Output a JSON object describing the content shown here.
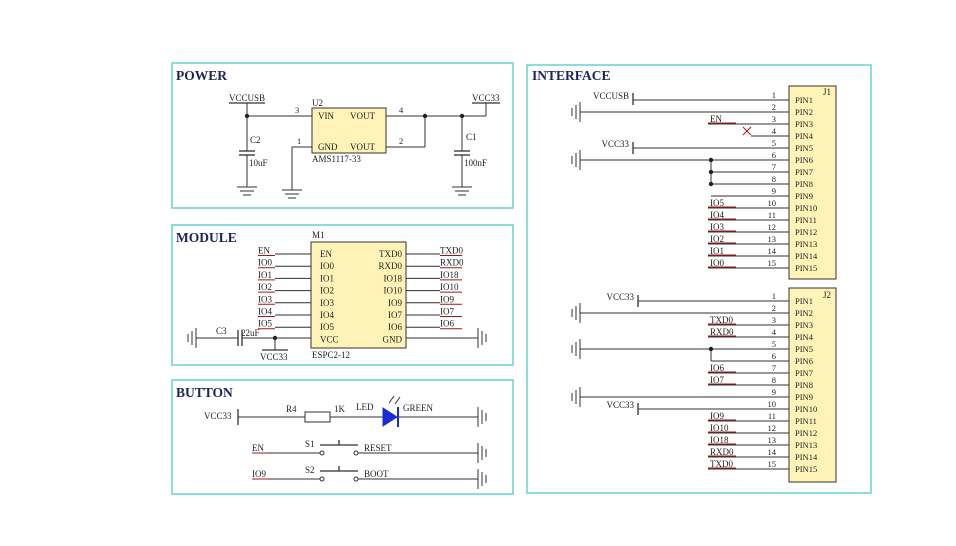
{
  "power": {
    "title": "POWER",
    "vccusb": "VCCUSB",
    "vcc33": "VCC33",
    "u2": "U2",
    "vin": "VIN",
    "vout": "VOUT",
    "gnd": "GND",
    "vout2": "VOUT",
    "part": "AMS1117-33",
    "p3": "3",
    "p4": "4",
    "p1": "1",
    "p2": "2",
    "c2": "C2",
    "c2v": "10uF",
    "c1": "C1",
    "c1v": "100nF"
  },
  "module": {
    "title": "MODULE",
    "m1": "M1",
    "part": "ESPC2-12",
    "left_nets": [
      "EN",
      "IO0",
      "IO1",
      "IO2",
      "IO3",
      "IO4",
      "IO5"
    ],
    "left_pins": [
      "EN",
      "IO0",
      "IO1",
      "IO2",
      "IO3",
      "IO4",
      "IO5",
      "VCC"
    ],
    "right_pins": [
      "TXD0",
      "RXD0",
      "IO18",
      "IO10",
      "IO9",
      "IO7",
      "IO6",
      "GND"
    ],
    "right_nets": [
      "TXD0",
      "RXD0",
      "IO18",
      "IO10",
      "IO9",
      "IO7",
      "IO6"
    ],
    "c3": "C3",
    "c3v": "22uF",
    "vcc33": "VCC33"
  },
  "button": {
    "title": "BUTTON",
    "vcc33": "VCC33",
    "r4": "R4",
    "r4v": "1K",
    "led": "LED",
    "green": "GREEN",
    "en": "EN",
    "s1": "S1",
    "reset": "RESET",
    "io9": "IO9",
    "s2": "S2",
    "boot": "BOOT"
  },
  "interface": {
    "title": "INTERFACE",
    "j1": "J1",
    "j2": "J2",
    "j1_nets": [
      "VCCUSB",
      "",
      "EN",
      "",
      "VCC33",
      "",
      "",
      "",
      "",
      "IO5",
      "IO4",
      "IO3",
      "IO2",
      "IO1",
      "IO0"
    ],
    "j2_nets": [
      "VCC33",
      "",
      "TXD0",
      "RXD0",
      "",
      "",
      "IO6",
      "IO7",
      "",
      "VCC33",
      "IO9",
      "IO10",
      "IO18",
      "RXD0",
      "TXD0"
    ],
    "pin_numbers": [
      "1",
      "2",
      "3",
      "4",
      "5",
      "6",
      "7",
      "8",
      "9",
      "10",
      "11",
      "12",
      "13",
      "14",
      "15"
    ],
    "pin_labels": [
      "PIN1",
      "PIN2",
      "PIN3",
      "PIN4",
      "PIN5",
      "PIN6",
      "PIN7",
      "PIN8",
      "PIN9",
      "PIN10",
      "PIN11",
      "PIN12",
      "PIN13",
      "PIN14",
      "PIN15"
    ]
  }
}
